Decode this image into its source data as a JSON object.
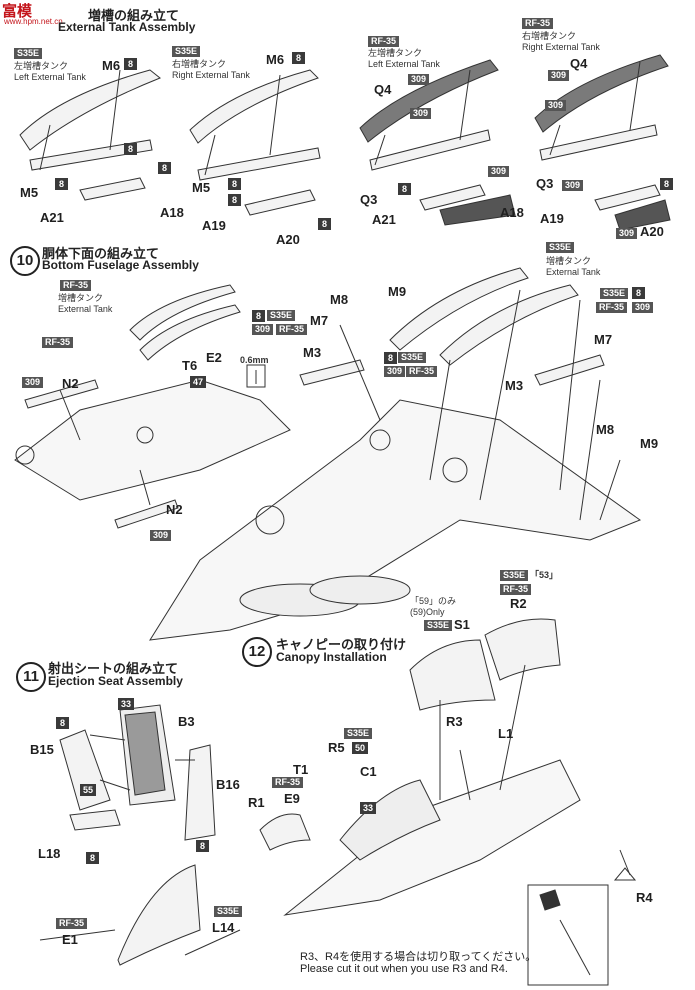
{
  "watermark": {
    "brand": "富模",
    "url": "www.hpm.net.cn"
  },
  "step9": {
    "title_jp": "増槽の組み立て",
    "title_en": "External Tank Assembly"
  },
  "step10": {
    "num": "10",
    "title_jp": "胴体下面の組み立て",
    "title_en": "Bottom Fuselage Assembly"
  },
  "step11": {
    "num": "11",
    "title_jp": "射出シートの組み立て",
    "title_en": "Ejection Seat Assembly"
  },
  "step12": {
    "num": "12",
    "title_jp": "キャノピーの取り付け",
    "title_en": "Canopy Installation"
  },
  "tanks": [
    {
      "variant": "S35E",
      "jp": "左増槽タンク",
      "en": "Left External Tank",
      "part": "M6",
      "part2": "M5",
      "p3": "A21",
      "p4": "A18",
      "n": "8"
    },
    {
      "variant": "S35E",
      "jp": "右増槽タンク",
      "en": "Right External Tank",
      "part": "M6",
      "part2": "M5",
      "p3": "A19",
      "p4": "A20",
      "n": "8"
    },
    {
      "variant": "RF-35",
      "jp": "左増槽タンク",
      "en": "Left External Tank",
      "part": "Q4",
      "part2": "Q3",
      "p3": "A21",
      "p4": "A18",
      "n": "309"
    },
    {
      "variant": "RF-35",
      "jp": "右増槽タンク",
      "en": "Right External Tank",
      "part": "Q4",
      "part2": "Q3",
      "p3": "A19",
      "p4": "A20",
      "n": "309"
    }
  ],
  "bottom": {
    "rf35": "RF-35",
    "tank_jp": "増槽タンク",
    "tank_en": "External Tank",
    "s35e": "S35E",
    "n2": "N2",
    "t6": "T6",
    "e2": "E2",
    "c47": "47",
    "drill": "0.6mm",
    "m8": "M8",
    "m9": "M9",
    "m7": "M7",
    "m3": "M3",
    "c8": "8",
    "c309": "309"
  },
  "seat": {
    "b3": "B3",
    "b15": "B15",
    "b16": "B16",
    "l18": "L18",
    "c33": "33",
    "c55": "55",
    "c8": "8"
  },
  "canopy": {
    "only_jp": "「59」のみ",
    "only_en": "(59)Only",
    "s1": "S1",
    "r2": "R2",
    "r2_note": "「53」",
    "s35e": "S35E",
    "rf35": "RF-35",
    "r3": "R3",
    "l1": "L1",
    "r5": "R5",
    "c1": "C1",
    "t1": "T1",
    "e9": "E9",
    "r1": "R1",
    "r4": "R4",
    "c50": "50",
    "c33": "33",
    "e1": "E1",
    "l14": "L14"
  },
  "note": {
    "jp": "R3、R4を使用する場合は切り取ってください。",
    "en": "Please cut it out when you use R3 and R4."
  }
}
